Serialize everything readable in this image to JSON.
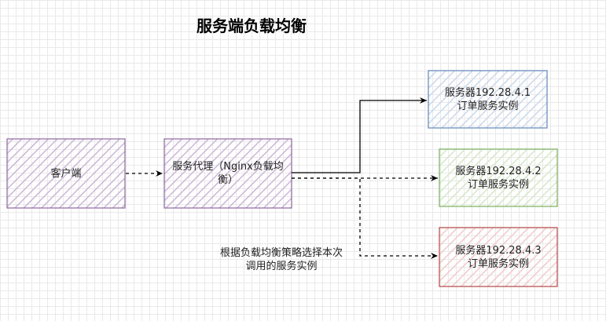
{
  "title": "服务端负载均衡",
  "nodes": {
    "client": {
      "label": "客户端",
      "border": "#9673a6"
    },
    "proxy": {
      "label": "服务代理（Nginx负载均\n衡）",
      "border": "#9673a6"
    },
    "server1": {
      "label": "服务器192.28.4.1\n订单服务实例",
      "border": "#6c8ebf"
    },
    "server2": {
      "label": "服务器192.28.4.2\n订单服务实例",
      "border": "#82b366"
    },
    "server3": {
      "label": "服务器192.28.4.3\n订单服务实例",
      "border": "#b85450"
    }
  },
  "note": "根据负载均衡策略选择本次\n调用的服务实例",
  "colors": {
    "hatch_purple": "#c9b6d6",
    "hatch_blue": "#c5d6ea",
    "hatch_green": "#cfe6c2",
    "hatch_red": "#eec6c4"
  }
}
